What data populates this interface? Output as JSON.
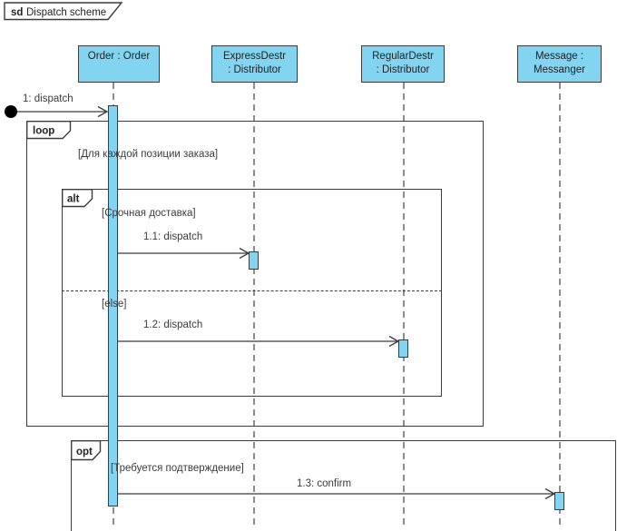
{
  "diagram": {
    "type": "uml-sequence-diagram",
    "frame": {
      "keyword": "sd",
      "title": "Dispatch scheme"
    },
    "lifelines": [
      {
        "id": "order",
        "line1": "Order : Order",
        "line2": ""
      },
      {
        "id": "express",
        "line1": "ExpressDestr",
        "line2": ": Distributor"
      },
      {
        "id": "regular",
        "line1": "RegularDestr",
        "line2": ": Distributor"
      },
      {
        "id": "message",
        "line1": "Message :",
        "line2": "Messanger"
      }
    ],
    "fragments": {
      "loop": {
        "operator": "loop",
        "guard": "[Для каждой позиции заказа]"
      },
      "alt": {
        "operator": "alt",
        "guard_if": "[Срочная доставка]",
        "guard_else": "[else]"
      },
      "opt": {
        "operator": "opt",
        "guard": "[Требуется подтверждение]"
      }
    },
    "messages": {
      "m1": {
        "label": "1: dispatch",
        "from": "start-node",
        "to": "Order : Order"
      },
      "m11": {
        "label": "1.1: dispatch",
        "from": "Order : Order",
        "to": "ExpressDestr : Distributor"
      },
      "m12": {
        "label": "1.2: dispatch",
        "from": "Order : Order",
        "to": "RegularDestr : Distributor"
      },
      "m13": {
        "label": "1.3: confirm",
        "from": "Order : Order",
        "to": "Message : Messanger"
      }
    },
    "colors": {
      "shape_fill": "#82D4F0",
      "stroke": "#3B3B3B",
      "background": "#FFFFFF"
    }
  }
}
